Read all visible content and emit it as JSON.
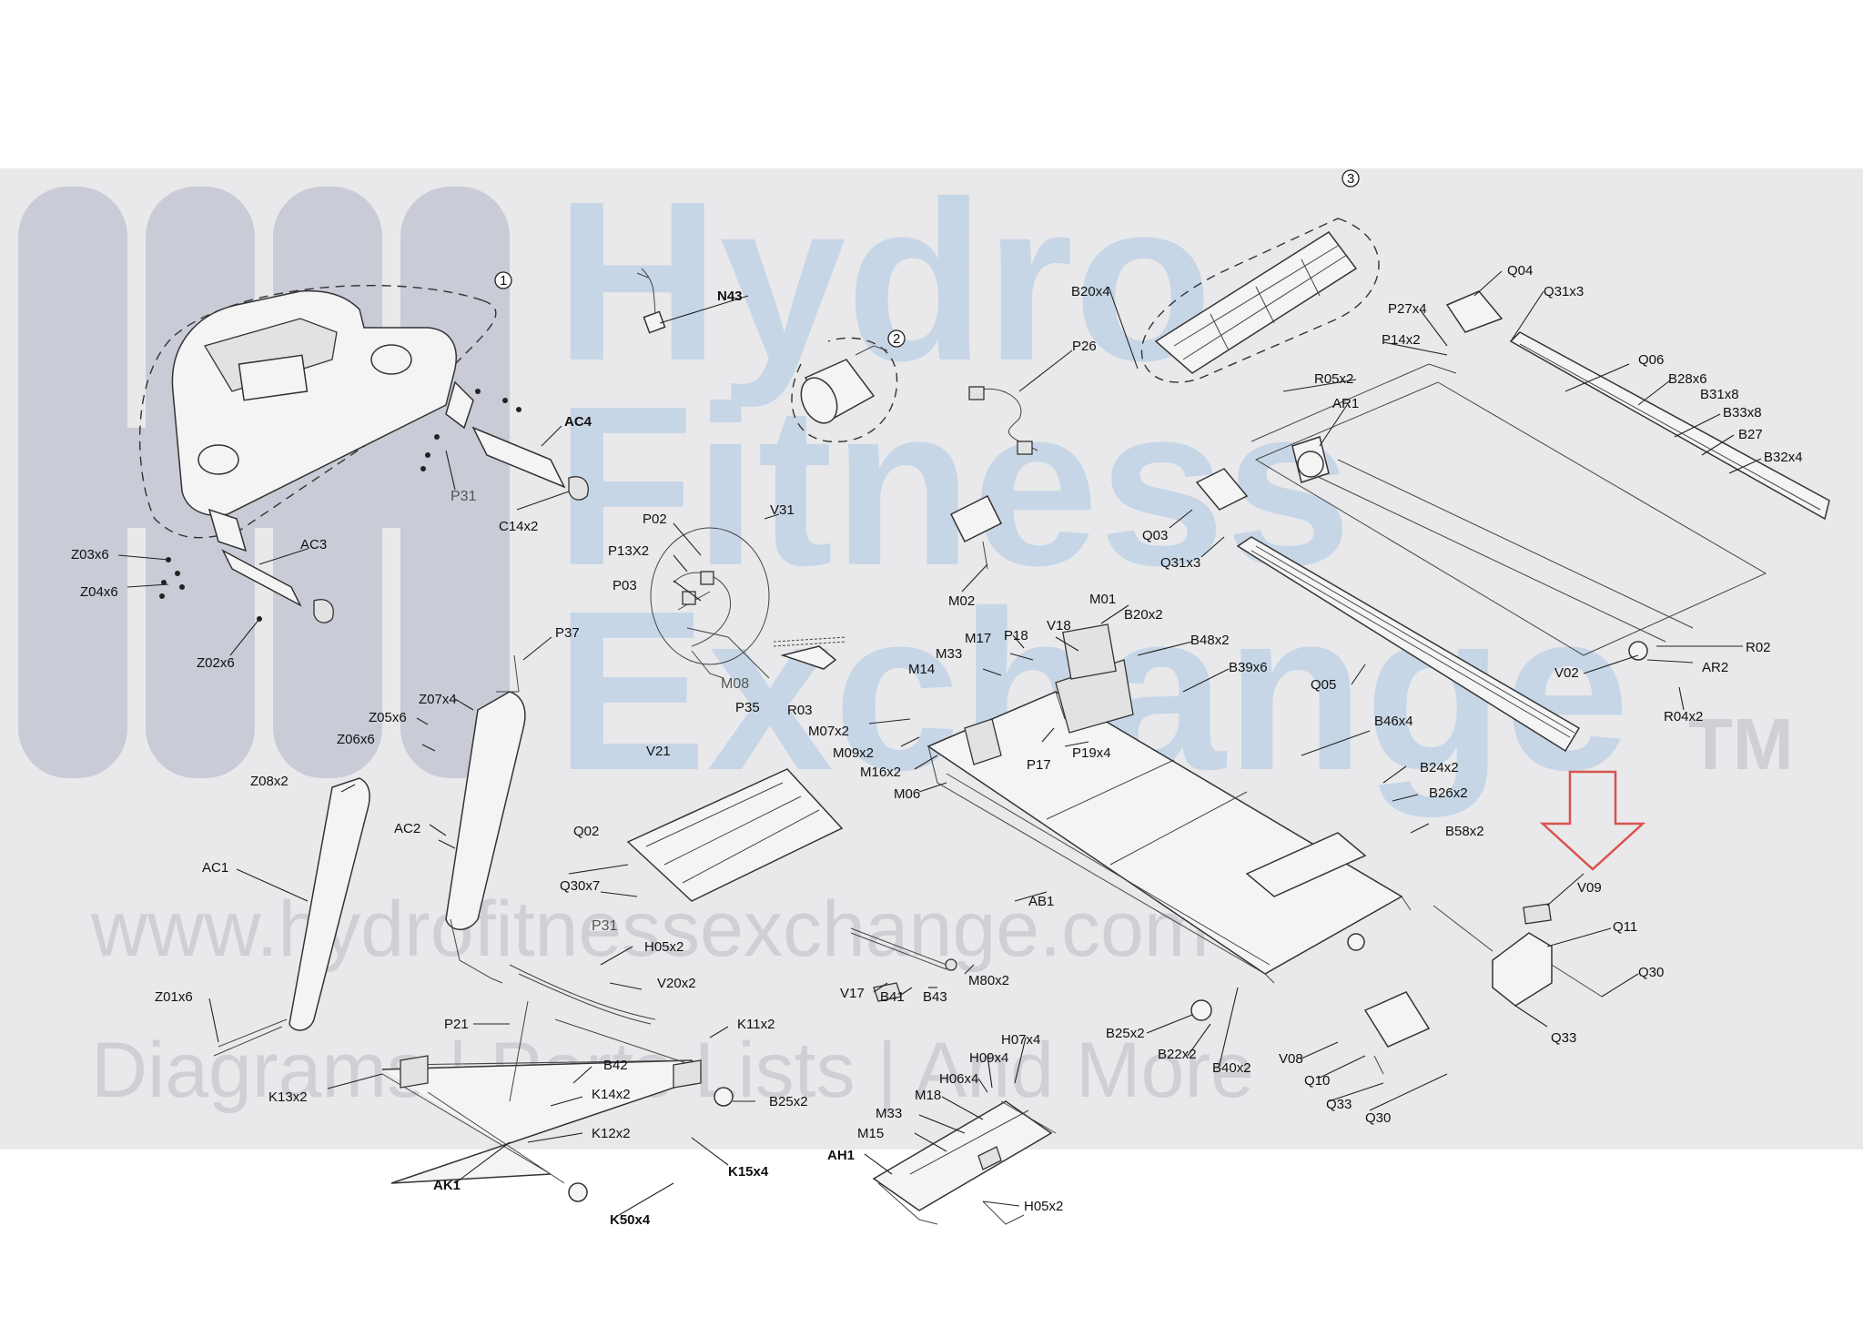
{
  "watermark": {
    "brand_lines": [
      "Hydro",
      "Fitness",
      "Exchange"
    ],
    "trademark": "TM",
    "website": "www.hydrofitnessexchange.com",
    "tagline": "Diagrams | Parts Lists | And More",
    "logo_letter": "H"
  },
  "callouts": [
    "1",
    "2",
    "3"
  ],
  "highlight_arrow": {
    "target": "V09",
    "color": "#d9534f"
  },
  "parts": [
    {
      "id": "n43",
      "text": "N43"
    },
    {
      "id": "ac4",
      "text": "AC4"
    },
    {
      "id": "p31a",
      "text": "P31"
    },
    {
      "id": "c14x2",
      "text": "C14x2"
    },
    {
      "id": "z03x6",
      "text": "Z03x6"
    },
    {
      "id": "z04x6",
      "text": "Z04x6"
    },
    {
      "id": "ac3",
      "text": "AC3"
    },
    {
      "id": "z02x6",
      "text": "Z02x6"
    },
    {
      "id": "v31",
      "text": "V31"
    },
    {
      "id": "p02",
      "text": "P02"
    },
    {
      "id": "p13x2",
      "text": "P13X2"
    },
    {
      "id": "p03",
      "text": "P03"
    },
    {
      "id": "m08",
      "text": "M08"
    },
    {
      "id": "p35",
      "text": "P35"
    },
    {
      "id": "r03",
      "text": "R03"
    },
    {
      "id": "p37",
      "text": "P37"
    },
    {
      "id": "z07x4",
      "text": "Z07x4"
    },
    {
      "id": "z05x6",
      "text": "Z05x6"
    },
    {
      "id": "z06x6",
      "text": "Z06x6"
    },
    {
      "id": "z08x2",
      "text": "Z08x2"
    },
    {
      "id": "ac2",
      "text": "AC2"
    },
    {
      "id": "ac1",
      "text": "AC1"
    },
    {
      "id": "v21",
      "text": "V21"
    },
    {
      "id": "q02",
      "text": "Q02"
    },
    {
      "id": "q30x7",
      "text": "Q30x7"
    },
    {
      "id": "p31b",
      "text": "P31"
    },
    {
      "id": "h05x2a",
      "text": "H05x2"
    },
    {
      "id": "v20x2",
      "text": "V20x2"
    },
    {
      "id": "z01x6",
      "text": "Z01x6"
    },
    {
      "id": "p21",
      "text": "P21"
    },
    {
      "id": "k11x2",
      "text": "K11x2"
    },
    {
      "id": "b42",
      "text": "B42"
    },
    {
      "id": "k13x2",
      "text": "K13x2"
    },
    {
      "id": "k14x2",
      "text": "K14x2"
    },
    {
      "id": "b25x2a",
      "text": "B25x2"
    },
    {
      "id": "k12x2",
      "text": "K12x2"
    },
    {
      "id": "k15x4",
      "text": "K15x4"
    },
    {
      "id": "ak1",
      "text": "AK1"
    },
    {
      "id": "k50x4",
      "text": "K50x4"
    },
    {
      "id": "b20x4",
      "text": "B20x4"
    },
    {
      "id": "p26",
      "text": "P26"
    },
    {
      "id": "q04",
      "text": "Q04"
    },
    {
      "id": "q31x3a",
      "text": "Q31x3"
    },
    {
      "id": "p27x4",
      "text": "P27x4"
    },
    {
      "id": "p14x2",
      "text": "P14x2"
    },
    {
      "id": "r05x2",
      "text": "R05x2"
    },
    {
      "id": "q06",
      "text": "Q06"
    },
    {
      "id": "b28x6",
      "text": "B28x6"
    },
    {
      "id": "b31x8",
      "text": "B31x8"
    },
    {
      "id": "ar1",
      "text": "AR1"
    },
    {
      "id": "b33x8",
      "text": "B33x8"
    },
    {
      "id": "b27",
      "text": "B27"
    },
    {
      "id": "b32x4",
      "text": "B32x4"
    },
    {
      "id": "q03",
      "text": "Q03"
    },
    {
      "id": "q31x3b",
      "text": "Q31x3"
    },
    {
      "id": "m02",
      "text": "M02"
    },
    {
      "id": "m01",
      "text": "M01"
    },
    {
      "id": "v18",
      "text": "V18"
    },
    {
      "id": "b20x2",
      "text": "B20x2"
    },
    {
      "id": "m17",
      "text": "M17"
    },
    {
      "id": "p18",
      "text": "P18"
    },
    {
      "id": "m33a",
      "text": "M33"
    },
    {
      "id": "b48x2",
      "text": "B48x2"
    },
    {
      "id": "m14",
      "text": "M14"
    },
    {
      "id": "b39x6",
      "text": "B39x6"
    },
    {
      "id": "r02",
      "text": "R02"
    },
    {
      "id": "v02",
      "text": "V02"
    },
    {
      "id": "ar2",
      "text": "AR2"
    },
    {
      "id": "q05",
      "text": "Q05"
    },
    {
      "id": "r04x2",
      "text": "R04x2"
    },
    {
      "id": "m07x2",
      "text": "M07x2"
    },
    {
      "id": "m09x2",
      "text": "M09x2"
    },
    {
      "id": "m16x2",
      "text": "M16x2"
    },
    {
      "id": "p17",
      "text": "P17"
    },
    {
      "id": "p19x4",
      "text": "P19x4"
    },
    {
      "id": "b46x4",
      "text": "B46x4"
    },
    {
      "id": "m06",
      "text": "M06"
    },
    {
      "id": "b24x2",
      "text": "B24x2"
    },
    {
      "id": "b26x2",
      "text": "B26x2"
    },
    {
      "id": "b58x2",
      "text": "B58x2"
    },
    {
      "id": "ab1",
      "text": "AB1"
    },
    {
      "id": "v09",
      "text": "V09"
    },
    {
      "id": "q11",
      "text": "Q11"
    },
    {
      "id": "q30a",
      "text": "Q30"
    },
    {
      "id": "v17",
      "text": "V17"
    },
    {
      "id": "b41",
      "text": "B41"
    },
    {
      "id": "b43",
      "text": "B43"
    },
    {
      "id": "m80x2",
      "text": "M80x2"
    },
    {
      "id": "q33a",
      "text": "Q33"
    },
    {
      "id": "b25x2b",
      "text": "B25x2"
    },
    {
      "id": "b22x2",
      "text": "B22x2"
    },
    {
      "id": "b40x2",
      "text": "B40x2"
    },
    {
      "id": "v08",
      "text": "V08"
    },
    {
      "id": "q10",
      "text": "Q10"
    },
    {
      "id": "q33b",
      "text": "Q33"
    },
    {
      "id": "q30b",
      "text": "Q30"
    },
    {
      "id": "h07x4",
      "text": "H07x4"
    },
    {
      "id": "h09x4",
      "text": "H09x4"
    },
    {
      "id": "h06x4",
      "text": "H06x4"
    },
    {
      "id": "m18",
      "text": "M18"
    },
    {
      "id": "m33b",
      "text": "M33"
    },
    {
      "id": "m15",
      "text": "M15"
    },
    {
      "id": "ah1",
      "text": "AH1"
    },
    {
      "id": "h05x2b",
      "text": "H05x2"
    }
  ]
}
